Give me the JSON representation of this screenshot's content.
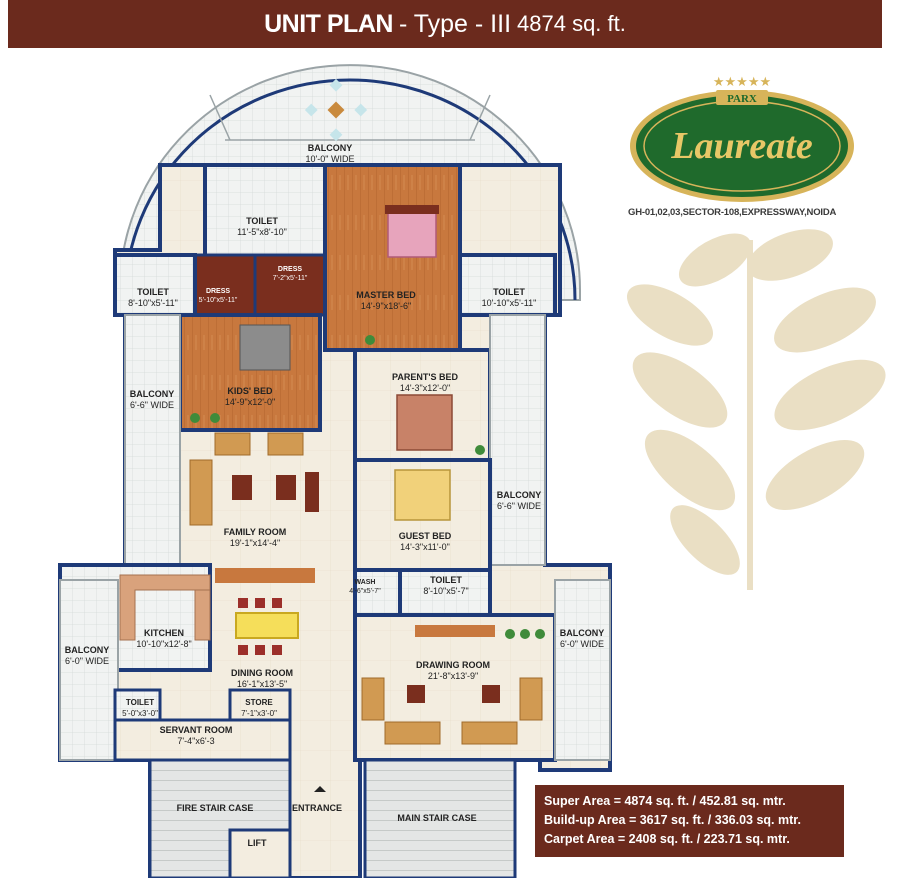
{
  "header": {
    "title": "UNIT PLAN",
    "subtitle": "- Type - III",
    "area": "4874 sq. ft."
  },
  "logo": {
    "top_word": "PARX",
    "name": "Laureate"
  },
  "address": "GH-01,02,03,SECTOR-108,EXPRESSWAY,NOIDA",
  "rooms": {
    "balcony_top": {
      "name": "BALCONY",
      "dim": "10'-0\" WIDE"
    },
    "toilet_master": {
      "name": "TOILET",
      "dim": "11'-5\"x8'-10\""
    },
    "dress_master": {
      "name": "DRESS",
      "dim": "7'-2\"x5'-11\""
    },
    "master_bed": {
      "name": "MASTER BED",
      "dim": "14'-9\"x18'-6\""
    },
    "toilet_left": {
      "name": "TOILET",
      "dim": "8'-10\"x5'-11\""
    },
    "dress_kids": {
      "name": "DRESS",
      "dim": "5'-10\"x5'-11\""
    },
    "toilet_right": {
      "name": "TOILET",
      "dim": "10'-10\"x5'-11\""
    },
    "kids_bed": {
      "name": "KIDS' BED",
      "dim": "14'-9\"x12'-0\""
    },
    "balcony_left": {
      "name": "BALCONY",
      "dim": "6'-6\" WIDE"
    },
    "parents_bed": {
      "name": "PARENT'S BED",
      "dim": "14'-3\"x12'-0\""
    },
    "balcony_right": {
      "name": "BALCONY",
      "dim": "6'-6\" WIDE"
    },
    "family_room": {
      "name": "FAMILY ROOM",
      "dim": "19'-1\"x14'-4\""
    },
    "guest_bed": {
      "name": "GUEST BED",
      "dim": "14'-3\"x11'-0\""
    },
    "wash": {
      "name": "WASH",
      "dim": "4'-6\"x5'-7\""
    },
    "toilet_guest": {
      "name": "TOILET",
      "dim": "8'-10\"x5'-7\""
    },
    "kitchen": {
      "name": "KITCHEN",
      "dim": "10'-10\"x12'-8\""
    },
    "balcony_kitchen": {
      "name": "BALCONY",
      "dim": "6'-0\" WIDE"
    },
    "balcony_drawing": {
      "name": "BALCONY",
      "dim": "6'-0\" WIDE"
    },
    "dining_room": {
      "name": "DINING ROOM",
      "dim": "16'-1\"x13'-5\""
    },
    "drawing_room": {
      "name": "DRAWING ROOM",
      "dim": "21'-8\"x13'-9\""
    },
    "toilet_servant": {
      "name": "TOILET",
      "dim": "5'-0\"x3'-0\""
    },
    "store": {
      "name": "STORE",
      "dim": "7'-1\"x3'-0\""
    },
    "servant_room": {
      "name": "SERVANT ROOM",
      "dim": "7'-4\"x6'-3"
    },
    "fire_stair": {
      "name": "FIRE STAIR CASE",
      "dim": ""
    },
    "entrance": {
      "name": "ENTRANCE",
      "dim": ""
    },
    "main_stair": {
      "name": "MAIN STAIR CASE",
      "dim": ""
    },
    "lift": {
      "name": "LIFT",
      "dim": ""
    }
  },
  "areas": {
    "super": "Super Area = 4874 sq. ft. / 452.81 sq. mtr.",
    "buildup": "Build-up Area = 3617 sq. ft. / 336.03 sq. mtr.",
    "carpet": "Carpet Area = 2408 sq. ft. / 223.71 sq. mtr."
  },
  "colors": {
    "header_bg": "#6b2a1d",
    "wall": "#1e3a78",
    "floor": "#f3ede0",
    "wood": "#c8783e",
    "tile": "#eef0ef",
    "logo_green": "#1f6a2c",
    "logo_gold": "#d7b45a",
    "leaf": "#eadfc4"
  }
}
